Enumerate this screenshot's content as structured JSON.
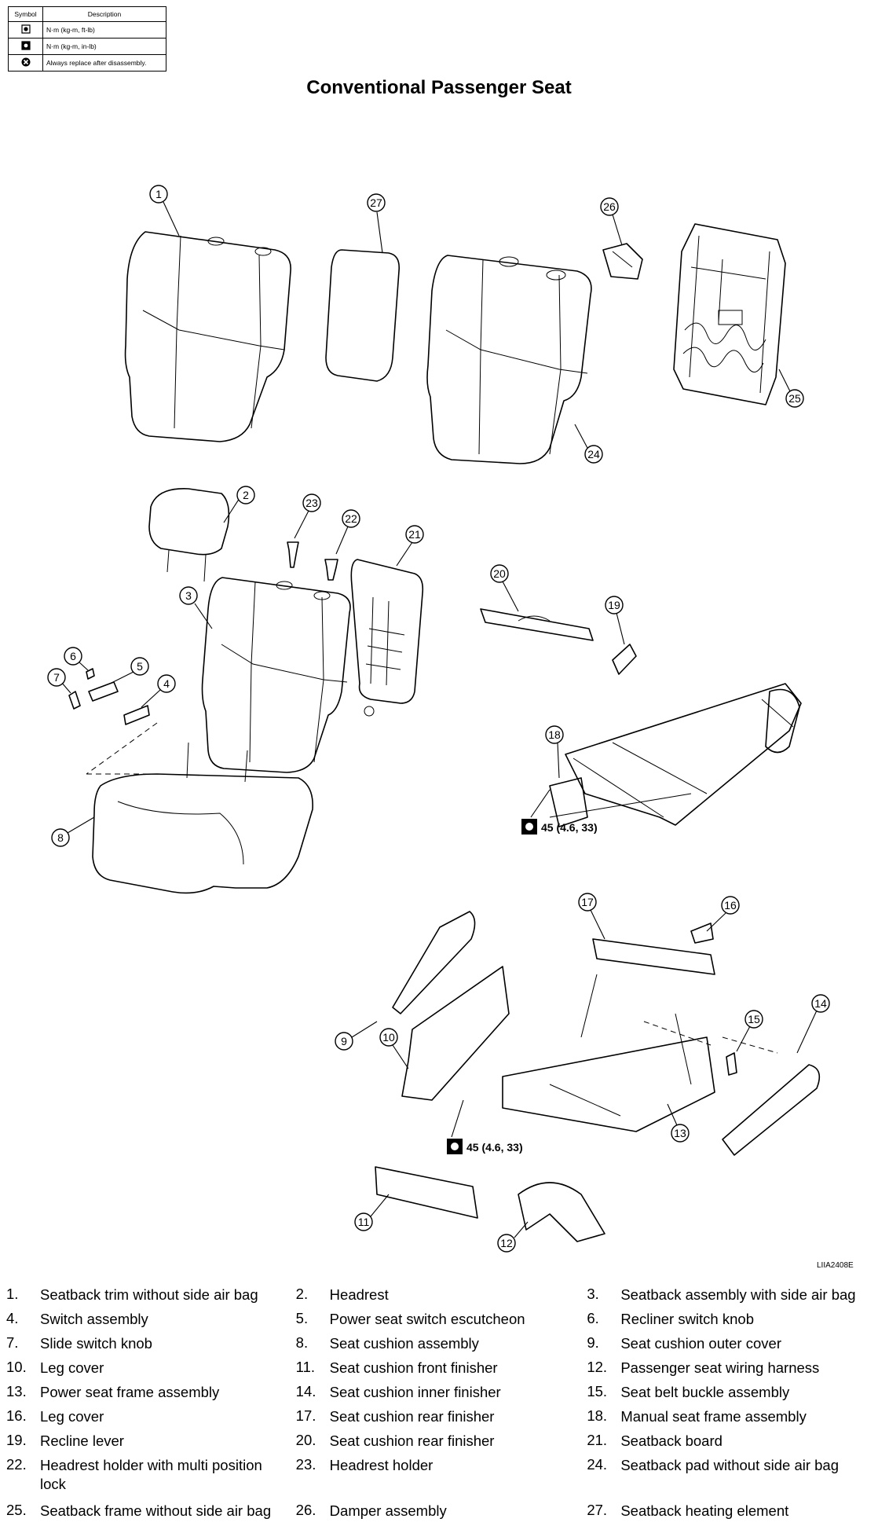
{
  "legend": {
    "headers": {
      "symbol": "Symbol",
      "description": "Description"
    },
    "rows": [
      {
        "icon": "torque-wrench-icon",
        "description": "N·m (kg-m, ft-lb)"
      },
      {
        "icon": "torque-wrench-small-icon",
        "description": "N·m (kg-m, in-lb)"
      },
      {
        "icon": "replace-x-icon",
        "description": "Always replace after disassembly."
      }
    ]
  },
  "title": "Conventional Passenger Seat",
  "torque_value": "45 (4.6, 33)",
  "figure_ref": "LIIA2408E",
  "callouts": [
    "1",
    "2",
    "3",
    "4",
    "5",
    "6",
    "7",
    "8",
    "9",
    "10",
    "11",
    "12",
    "13",
    "14",
    "15",
    "16",
    "17",
    "18",
    "19",
    "20",
    "21",
    "22",
    "23",
    "24",
    "25",
    "26",
    "27"
  ],
  "parts_list": [
    [
      {
        "num": "1.",
        "name": "Seatback trim without side air bag"
      },
      {
        "num": "2.",
        "name": "Headrest"
      },
      {
        "num": "3.",
        "name": "Seatback assembly with side air bag"
      }
    ],
    [
      {
        "num": "4.",
        "name": "Switch assembly"
      },
      {
        "num": "5.",
        "name": "Power seat switch escutcheon"
      },
      {
        "num": "6.",
        "name": "Recliner switch knob"
      }
    ],
    [
      {
        "num": "7.",
        "name": "Slide switch knob"
      },
      {
        "num": "8.",
        "name": "Seat cushion assembly"
      },
      {
        "num": "9.",
        "name": "Seat cushion outer cover"
      }
    ],
    [
      {
        "num": "10.",
        "name": "Leg cover"
      },
      {
        "num": "11.",
        "name": "Seat cushion front finisher"
      },
      {
        "num": "12.",
        "name": "Passenger seat wiring harness"
      }
    ],
    [
      {
        "num": "13.",
        "name": "Power seat frame assembly"
      },
      {
        "num": "14.",
        "name": "Seat cushion inner finisher"
      },
      {
        "num": "15.",
        "name": "Seat belt buckle assembly"
      }
    ],
    [
      {
        "num": "16.",
        "name": "Leg cover"
      },
      {
        "num": "17.",
        "name": "Seat cushion rear finisher"
      },
      {
        "num": "18.",
        "name": "Manual seat frame assembly"
      }
    ],
    [
      {
        "num": "19.",
        "name": "Recline lever"
      },
      {
        "num": "20.",
        "name": "Seat cushion rear finisher"
      },
      {
        "num": "21.",
        "name": "Seatback board"
      }
    ],
    [
      {
        "num": "22.",
        "name": "Headrest holder with multi position lock"
      },
      {
        "num": "23.",
        "name": "Headrest holder"
      },
      {
        "num": "24.",
        "name": "Seatback pad without side air bag"
      }
    ],
    [
      {
        "num": "25.",
        "name": "Seatback frame without side air bag"
      },
      {
        "num": "26.",
        "name": "Damper assembly"
      },
      {
        "num": "27.",
        "name": "Seatback heating element"
      }
    ]
  ]
}
